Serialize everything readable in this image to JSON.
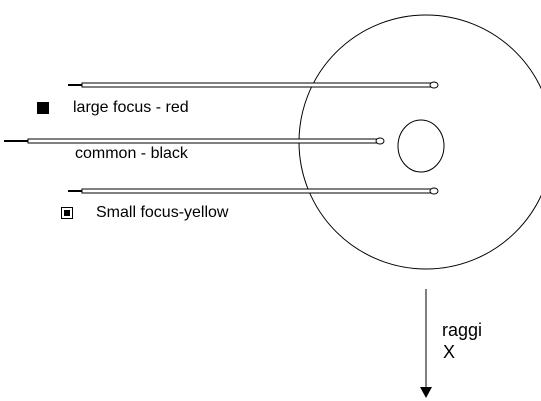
{
  "legend": {
    "large_focus": "large focus - red",
    "common": "common - black",
    "small_focus": "Small focus-yellow"
  },
  "xray_label_line1": "raggi",
  "xray_label_line2": "X",
  "colors": {
    "stroke": "#000000",
    "background": "#ffffff"
  }
}
